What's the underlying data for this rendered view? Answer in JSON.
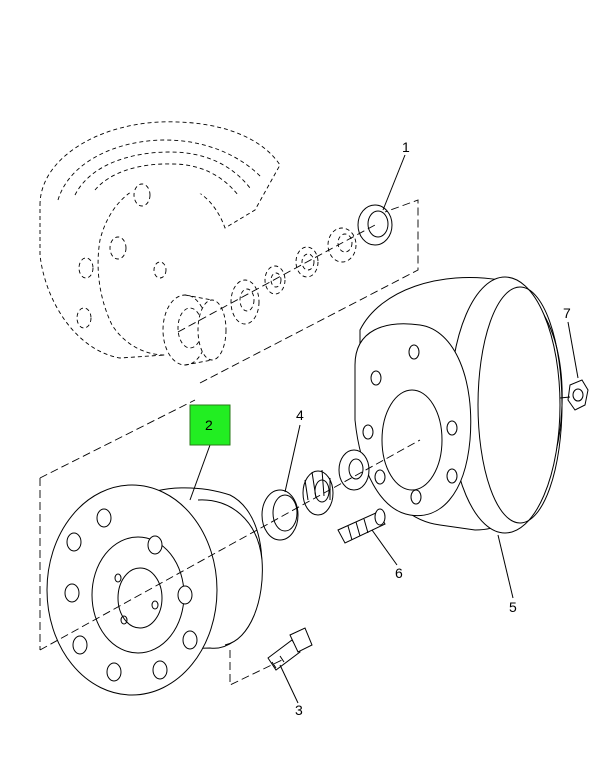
{
  "callouts": {
    "c1": "1",
    "c2": "2",
    "c3": "3",
    "c4": "4",
    "c5": "5",
    "c6": "6",
    "c7": "7"
  },
  "colors": {
    "highlight": "#22ee22",
    "ink": "#000000"
  },
  "highlighted_callout": "2"
}
